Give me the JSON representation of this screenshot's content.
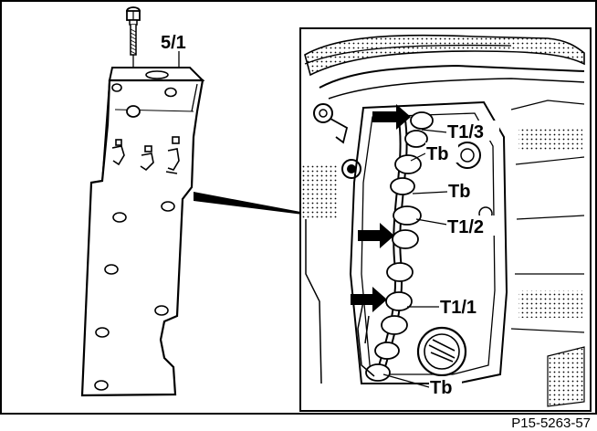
{
  "figure": {
    "cover_callout": "5/1",
    "engine_callouts": {
      "t1_3": "T1/3",
      "tb_top": "Tb",
      "tb_mid": "Tb",
      "t1_2": "T1/2",
      "t1_1": "T1/1",
      "tb_bottom": "Tb"
    },
    "reference_code": "P15-5263-57"
  }
}
